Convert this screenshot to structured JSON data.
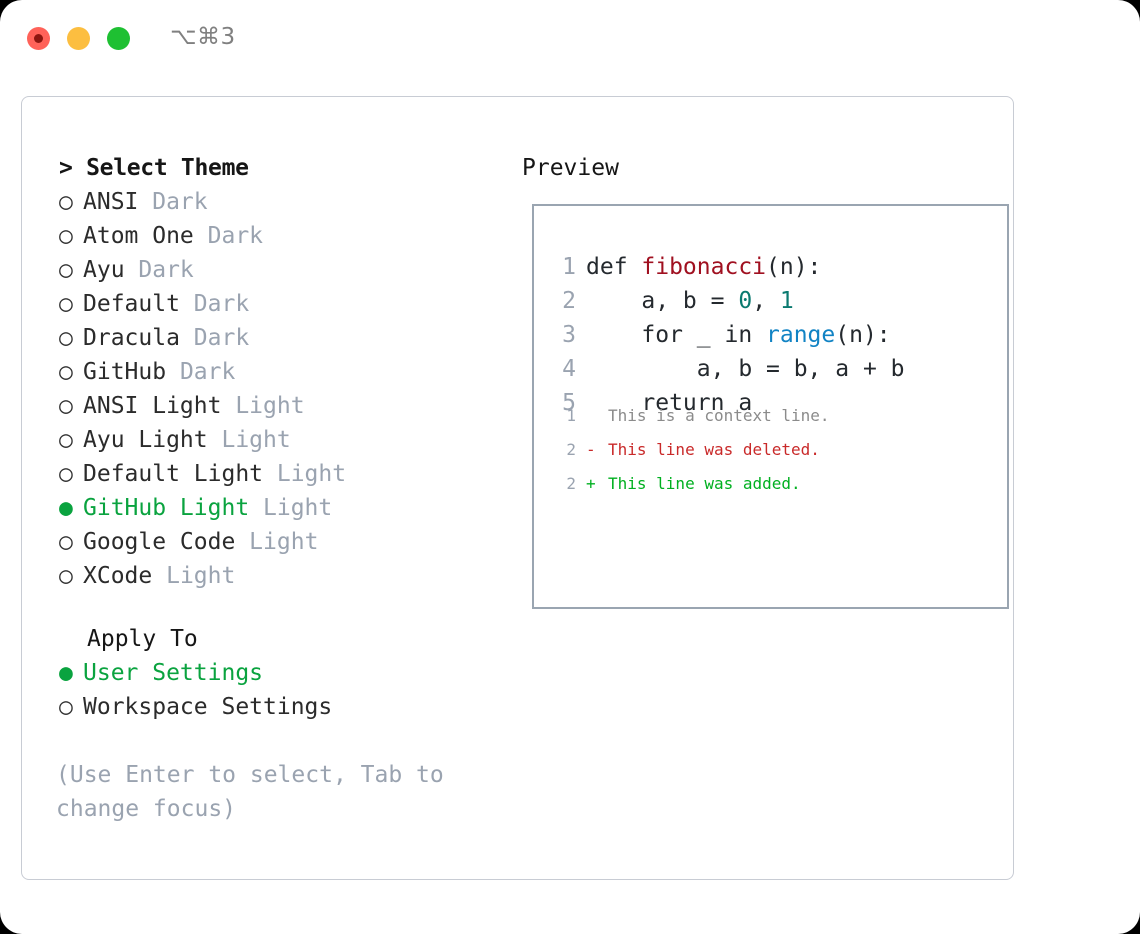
{
  "titlebar": {
    "shortcut": "⌥⌘3",
    "buttons": [
      {
        "name": "close",
        "color": "#ff6259"
      },
      {
        "name": "minimize",
        "color": "#fcbe40"
      },
      {
        "name": "maximize",
        "color": "#1ec032"
      }
    ]
  },
  "colors": {
    "selected_green": "#0aa33f",
    "muted": "#9aa3b0",
    "diff_add": "#00b020",
    "diff_del": "#c92a2a",
    "func": "#a01020",
    "number": "#0b7a70",
    "builtin": "#1183c4",
    "border": "#c8ccd4",
    "preview_border": "#9aa5b1"
  },
  "theme_panel": {
    "heading": "> Select Theme",
    "markers": {
      "selected": "●",
      "unselected": "○"
    },
    "items": [
      {
        "name": "ANSI",
        "suffix": "Dark",
        "selected": false
      },
      {
        "name": "Atom One",
        "suffix": "Dark",
        "selected": false
      },
      {
        "name": "Ayu",
        "suffix": "Dark",
        "selected": false
      },
      {
        "name": "Default",
        "suffix": "Dark",
        "selected": false
      },
      {
        "name": "Dracula",
        "suffix": "Dark",
        "selected": false
      },
      {
        "name": "GitHub",
        "suffix": "Dark",
        "selected": false
      },
      {
        "name": "ANSI Light",
        "suffix": "Light",
        "selected": false
      },
      {
        "name": "Ayu Light",
        "suffix": "Light",
        "selected": false
      },
      {
        "name": "Default Light",
        "suffix": "Light",
        "selected": false
      },
      {
        "name": "GitHub Light",
        "suffix": "Light",
        "selected": true
      },
      {
        "name": "Google Code",
        "suffix": "Light",
        "selected": false
      },
      {
        "name": "XCode",
        "suffix": "Light",
        "selected": false
      }
    ]
  },
  "apply_to": {
    "label": "Apply To",
    "options": [
      {
        "name": "User Settings",
        "selected": true
      },
      {
        "name": "Workspace Settings",
        "selected": false
      }
    ]
  },
  "hint": "(Use Enter to select, Tab to change focus)",
  "preview": {
    "heading": "Preview",
    "code_lines": [
      {
        "num": "1",
        "tokens": [
          {
            "t": "def ",
            "c": "plain"
          },
          {
            "t": "fibonacci",
            "c": "func"
          },
          {
            "t": "(n):",
            "c": "plain"
          }
        ]
      },
      {
        "num": "2",
        "tokens": [
          {
            "t": "    a, b = ",
            "c": "plain"
          },
          {
            "t": "0",
            "c": "num"
          },
          {
            "t": ", ",
            "c": "plain"
          },
          {
            "t": "1",
            "c": "num"
          }
        ]
      },
      {
        "num": "3",
        "tokens": [
          {
            "t": "    for _ in ",
            "c": "plain"
          },
          {
            "t": "range",
            "c": "builtin"
          },
          {
            "t": "(n):",
            "c": "plain"
          }
        ]
      },
      {
        "num": "4",
        "tokens": [
          {
            "t": "        a, b = b, a + b",
            "c": "plain"
          }
        ]
      },
      {
        "num": "5",
        "tokens": [
          {
            "t": "    return a",
            "c": "plain"
          }
        ]
      }
    ],
    "diff_lines": [
      {
        "num": "1",
        "mark": " ",
        "text": "This is a context line.",
        "kind": "ctx"
      },
      {
        "num": "2",
        "mark": "-",
        "text": "This line was deleted.",
        "kind": "del"
      },
      {
        "num": "2",
        "mark": "+",
        "text": "This line was added.",
        "kind": "add"
      }
    ]
  }
}
